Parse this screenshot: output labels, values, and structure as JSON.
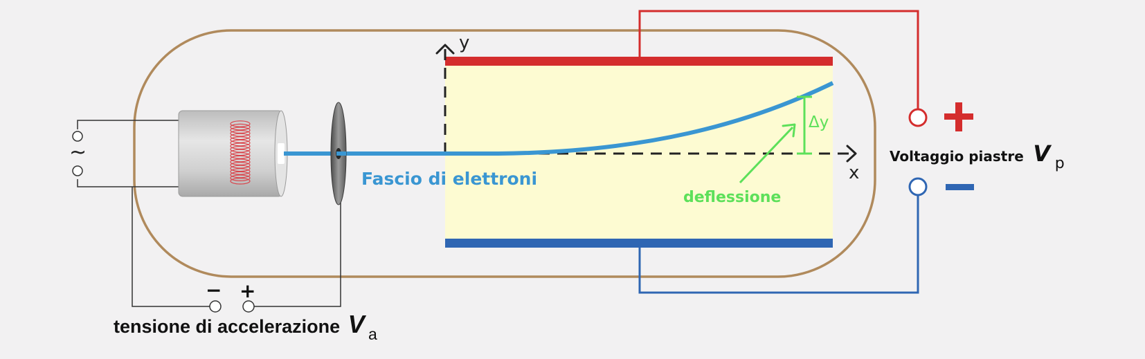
{
  "labels": {
    "beam": "Fascio di elettroni",
    "deflection": "deflessione",
    "delta_y": "Δy",
    "axis_x": "x",
    "axis_y": "y",
    "ac_source": "~",
    "plate_voltage": "Voltaggio piastre",
    "plate_voltage_symbol": "V",
    "plate_voltage_subscript": "p",
    "plus_sign": "+",
    "minus_sign": "−",
    "accel_voltage": "tensione di accelerazione",
    "accel_voltage_symbol": "V",
    "accel_voltage_subscript": "a",
    "accel_minus": "−",
    "accel_plus": "+"
  },
  "colors": {
    "background": "#f2f1f2",
    "tube_outline": "#b08a5c",
    "deflection_region": "#fdfbd2",
    "positive_plate": "#d42d2d",
    "negative_plate": "#2f66b3",
    "beam": "#3a96d2",
    "deflection_label": "#5de05a",
    "wire": "#333333",
    "axis": "#222222",
    "coil": "#d9434a",
    "cathode_body": "#d2d2d2"
  }
}
